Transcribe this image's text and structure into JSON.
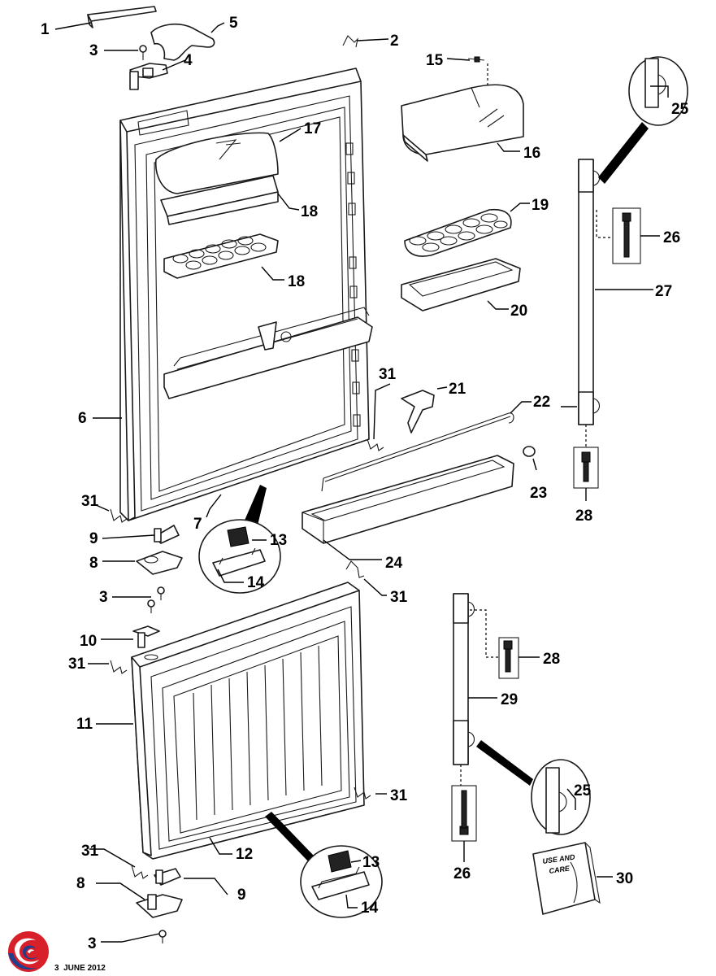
{
  "footer": {
    "page_number": "3",
    "date": "JUNE 2012"
  },
  "booklet": {
    "line1": "USE AND",
    "line2": "CARE"
  },
  "brand_colors": {
    "red": "#d8202a",
    "blue": "#1f3f8f"
  },
  "callouts": {
    "c1": "1",
    "c2": "2",
    "c3a": "3",
    "c3b": "3",
    "c3c": "3",
    "c4": "4",
    "c5": "5",
    "c6": "6",
    "c7": "7",
    "c8a": "8",
    "c8b": "8",
    "c9a": "9",
    "c9b": "9",
    "c10": "10",
    "c11": "11",
    "c12": "12",
    "c13a": "13",
    "c13b": "13",
    "c14a": "14",
    "c14b": "14",
    "c15": "15",
    "c16": "16",
    "c17": "17",
    "c18a": "18",
    "c18b": "18",
    "c19": "19",
    "c20": "20",
    "c21": "21",
    "c22": "22",
    "c23": "23",
    "c24": "24",
    "c25a": "25",
    "c25b": "25",
    "c26a": "26",
    "c26b": "26",
    "c27": "27",
    "c28a": "28",
    "c28b": "28",
    "c29": "29",
    "c30": "30",
    "c31a": "31",
    "c31b": "31",
    "c31c": "31",
    "c31d": "31",
    "c31e": "31",
    "c31f": "31"
  }
}
